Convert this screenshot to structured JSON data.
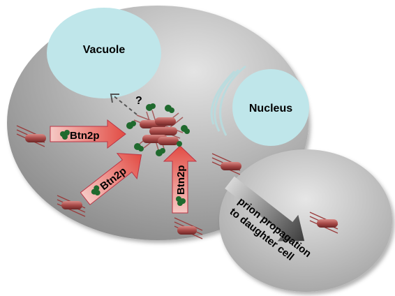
{
  "labels": {
    "vacuole": "Vacuole",
    "nucleus": "Nucleus",
    "question": "?",
    "protein_left": "Btn2p",
    "protein_diag": "Btn2p",
    "protein_vert": "Btn2p",
    "propagation_line1": "prion propagation",
    "propagation_line2": "to daughter cell"
  },
  "colors": {
    "mother_cell_center": "#e4e4e4",
    "mother_cell_edge": "#8e8e8e",
    "daughter_cell_center": "#e6e6e6",
    "daughter_cell_edge": "#a4a4a4",
    "vacuole": "#bfe6ea",
    "nucleus": "#bfe6ea",
    "arrow_head": "#e0413a",
    "arrow_tail": "#f6c9c5",
    "prion_rod": "#a24848",
    "btn2p_blob": "#1f6a2e",
    "propagation_arrow": "#4a4a4a"
  }
}
